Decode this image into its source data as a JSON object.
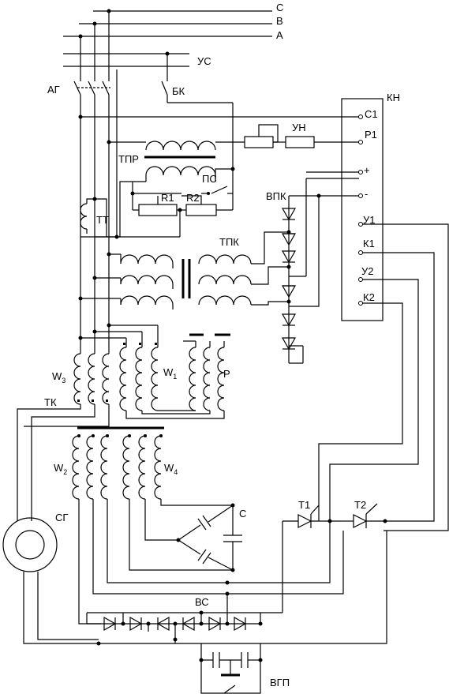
{
  "labels": {
    "phase_c": "C",
    "phase_b": "B",
    "phase_a": "A",
    "us": "УС",
    "ag": "АГ",
    "bk": "БК",
    "kn": "КН",
    "c1": "С1",
    "r1_term": "Р1",
    "un": "УН",
    "plus": "+",
    "minus": "-",
    "tpr": "ТПР",
    "ps": "ПС",
    "r1": "R1",
    "r2": "R2",
    "vpk": "ВПК",
    "tt": "ТТ",
    "tpk": "ТПК",
    "u1": "У1",
    "k1": "К1",
    "u2": "У2",
    "k2": "К2",
    "w3": "W",
    "w3_sub": "3",
    "w1": "W",
    "w1_sub": "1",
    "p": "Р",
    "tk": "ТК",
    "w2": "W",
    "w2_sub": "2",
    "w4": "W",
    "w4_sub": "4",
    "sg": "СГ",
    "c": "С",
    "t1": "Т1",
    "t2": "Т2",
    "vs": "ВС",
    "vgp": "ВГП"
  }
}
